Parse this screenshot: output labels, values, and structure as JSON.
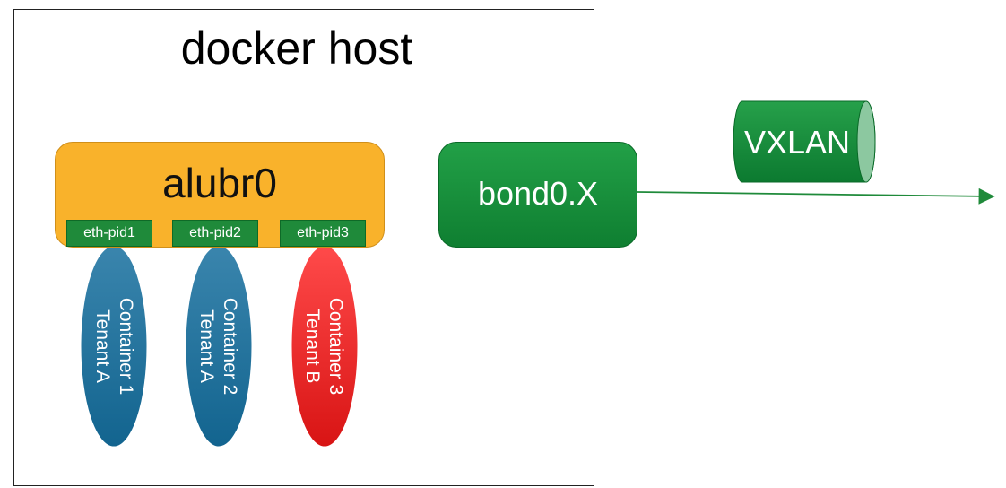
{
  "host": {
    "title": "docker host"
  },
  "bridge": {
    "label": "alubr0",
    "ports": [
      "eth-pid1",
      "eth-pid2",
      "eth-pid3"
    ]
  },
  "containers": [
    {
      "line1": "Container 1",
      "line2": "Tenant A",
      "color": "#1f6f9c"
    },
    {
      "line1": "Container 2",
      "line2": "Tenant A",
      "color": "#1f6f9c"
    },
    {
      "line1": "Container 3",
      "line2": "Tenant B",
      "color": "#e81c1c"
    }
  ],
  "bond": {
    "label": "bond0.X",
    "color": "#169038"
  },
  "vxlan": {
    "label": "VXLAN",
    "color": "#138a39"
  },
  "colors": {
    "bridge": "#f9b22b",
    "port": "#1f8a3a",
    "tenant_a": "#1f6f9c",
    "tenant_b": "#e81c1c",
    "link": "#1f8a3a"
  }
}
